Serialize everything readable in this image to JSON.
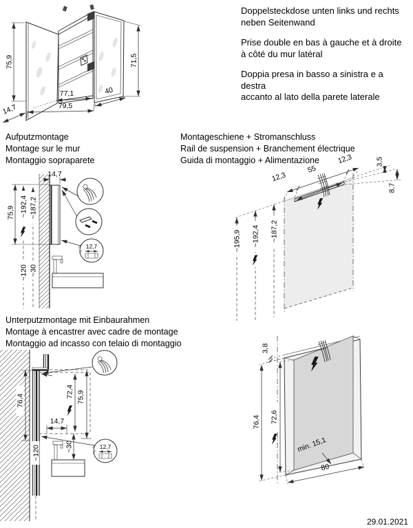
{
  "note": {
    "de": [
      "Doppelsteckdose unten links und rechts",
      "neben Seitenwand"
    ],
    "fr": [
      "Prise double en bas à gauche et à droite",
      "à côté du mur latéral"
    ],
    "it": [
      "Doppia presa in basso a sinistra e a destra",
      "accanto al lato della parete laterale"
    ]
  },
  "cabinet_diagram": {
    "dims": {
      "height": "75,9",
      "door_height": "71,5",
      "depth": "14,7",
      "inner_width": "77,1",
      "outer_width": "79,5",
      "door_width": "40"
    }
  },
  "surface_mount": {
    "title": [
      "Aufputzmontage",
      "Montage sur le mur",
      "Montaggio sopraparete"
    ],
    "dims": {
      "depth": "14,7",
      "cabinet_height": "75,9",
      "power_height": "~192,4",
      "rail_height": "~187,2",
      "floor_clearance": "~120",
      "sink_gap": "~30",
      "rail_width": "12,7"
    }
  },
  "rail_power": {
    "title": [
      "Montageschiene + Stromanschluss",
      "Rail de suspension + Branchement électrique",
      "Guida di montaggio + Alimentazione"
    ],
    "dims": {
      "side_offset_left": "12,3",
      "rail_length": "55",
      "side_offset_right": "12,3",
      "top_gap": "3,5",
      "rail_drop": "8,7",
      "height_outer": "~195,9",
      "height_power": "~192,4",
      "height_rail": "~187,2"
    }
  },
  "flush_mount": {
    "title": [
      "Unterputzmontage mit Einbaurahmen",
      "Montage à encastrer avec cadre de montage",
      "Montaggio ad incasso con telaio di montaggio"
    ],
    "dims": {
      "niche_height": "76,4",
      "power_height": "72,4",
      "cabinet_height": "75,9",
      "depth": "14,7",
      "floor_clearance": "~120",
      "sink_gap": "~30",
      "rail_width": "12,7"
    }
  },
  "niche_diagram": {
    "dims": {
      "frame_depth": "3,8",
      "outer_height": "76,4",
      "inner_height": "72,6",
      "min_depth": "min. 15,1",
      "width": "80"
    }
  },
  "footer": {
    "date": "29.01.2021"
  }
}
